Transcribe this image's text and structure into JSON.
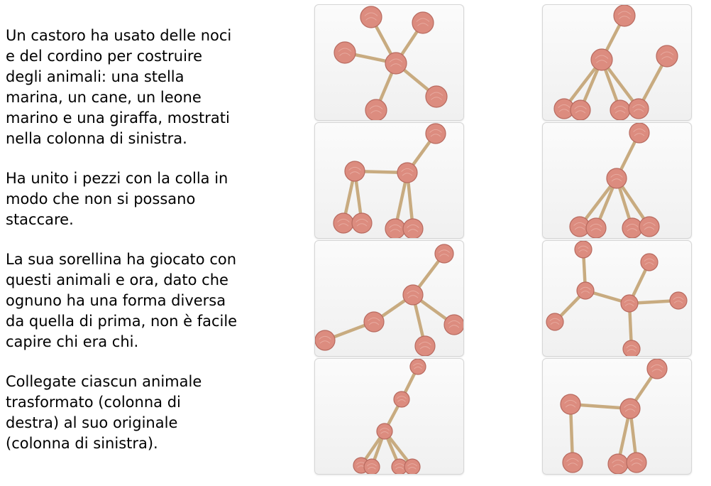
{
  "task": {
    "paragraphs": [
      "Un castoro ha usato delle noci\ne del cordino per costruire\ndegli animali: una stella\nmarina, un cane, un leone\nmarino e una giraffa, mostrati\nnella colonna di sinistra.",
      "Ha unito i pezzi con la colla in\nmodo che non si possano\nstaccare.",
      "La sua sorellina ha giocato con\nquesti animali e ora, dato che\nognuno ha una forma diversa\nda quella di prima, non è facile\ncapire chi era chi.",
      "Collegate ciascun animale\ntrasformato (colonna di\ndestra) al suo originale\n(colonna di sinistra)."
    ]
  },
  "colors": {
    "nut": "#dc8c7f",
    "nut_outline": "#b86a5f",
    "string": "#c8ab80",
    "card_background": "#f5f5f5"
  },
  "left_column": [
    {
      "id": "stella-marina"
    },
    {
      "id": "cane"
    },
    {
      "id": "leone-marino"
    },
    {
      "id": "giraffa"
    }
  ],
  "right_column": [
    {
      "id": "trasformato-1"
    },
    {
      "id": "trasformato-2"
    },
    {
      "id": "trasformato-3"
    },
    {
      "id": "trasformato-4"
    }
  ]
}
